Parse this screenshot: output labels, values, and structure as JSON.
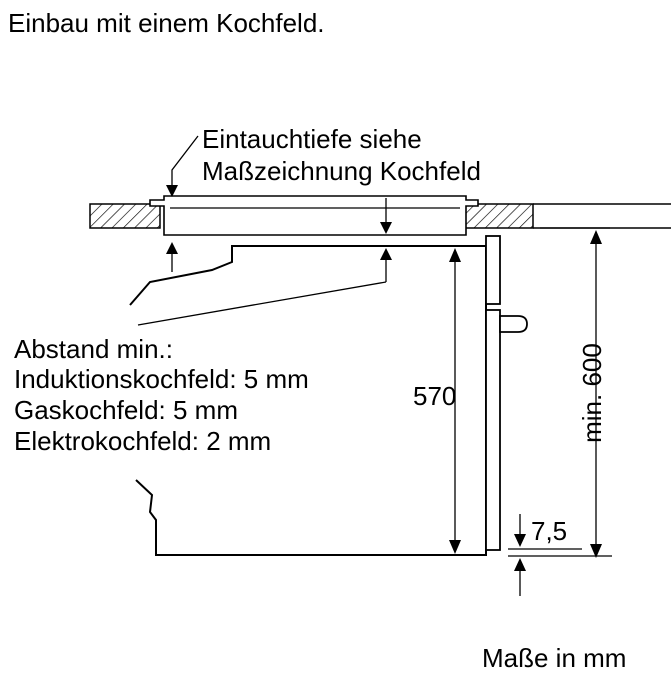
{
  "title": "Einbau mit einem Kochfeld.",
  "callout_top": {
    "line1": "Eintauchtiefe siehe",
    "line2": "Maßzeichnung Kochfeld"
  },
  "callout_left": {
    "line1": "Abstand min.:",
    "line2": "Induktionskochfeld: 5 mm",
    "line3": "Gaskochfeld: 5 mm",
    "line4": "Elektrokochfeld: 2 mm"
  },
  "dim_height": "570",
  "dim_min_height": "min. 600",
  "dim_gap": "7,5",
  "units_note": "Maße in mm"
}
